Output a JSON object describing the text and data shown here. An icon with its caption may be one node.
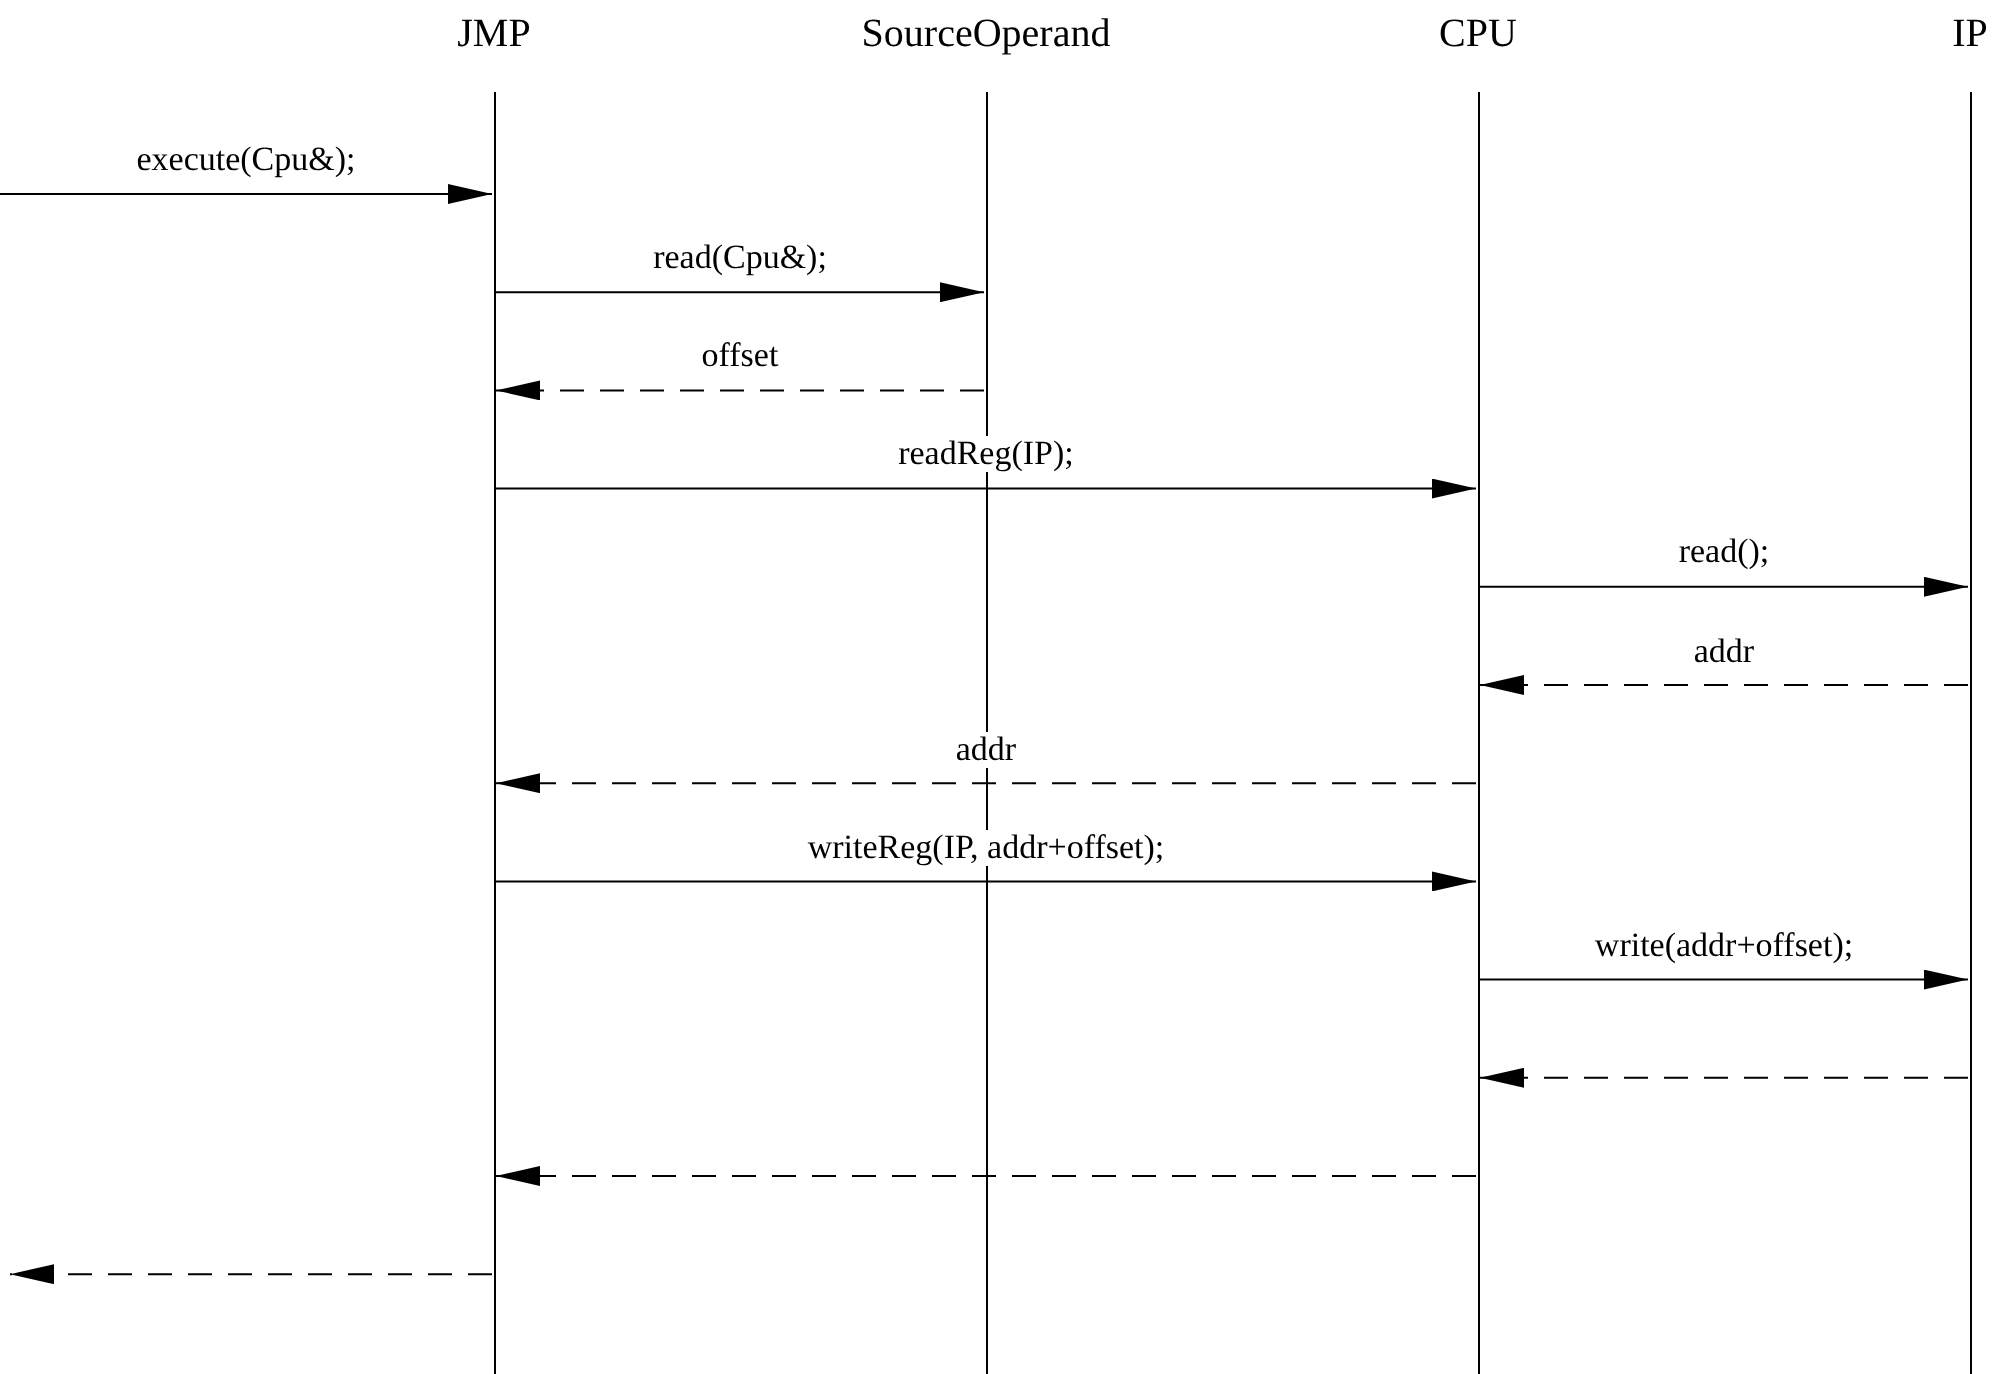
{
  "diagram": {
    "nodes": [
      {
        "text": [
          "JMP"
        ]
      },
      {
        "text": [
          "SourceOperand"
        ]
      },
      {
        "text": [
          "CPU"
        ]
      },
      {
        "text": [
          "IP"
        ]
      }
    ],
    "edges": [
      {
        "from": null,
        "to": 0,
        "arrow": "to",
        "label": "execute(Cpu&);"
      },
      {
        "from": 0,
        "to": 1,
        "arrow": "to",
        "label": "read(Cpu&);"
      },
      {
        "from": 1,
        "to": 0,
        "arrow": "to",
        "label": "offset",
        "style": "dashed"
      },
      {
        "from": 0,
        "to": 2,
        "arrow": "to",
        "label": "readReg(IP);"
      },
      {
        "from": 2,
        "to": 3,
        "arrow": "to",
        "label": "read();"
      },
      {
        "from": 3,
        "to": 2,
        "arrow": "to",
        "label": "addr",
        "style": "dashed"
      },
      {
        "from": 2,
        "to": 0,
        "arrow": "to",
        "label": "addr",
        "style": "dashed"
      },
      {
        "from": 0,
        "to": 2,
        "arrow": "to",
        "label": "writeReg(IP, addr+offset);"
      },
      {
        "from": 2,
        "to": 3,
        "arrow": "to",
        "label": "write(addr+offset);"
      },
      {
        "from": 3,
        "to": 2,
        "arrow": "to",
        "style": "dashed"
      },
      {
        "from": 2,
        "to": 0,
        "arrow": "to",
        "style": "dashed"
      },
      {
        "from": 0,
        "to": null,
        "arrow": "to",
        "style": "dashed"
      }
    ]
  }
}
